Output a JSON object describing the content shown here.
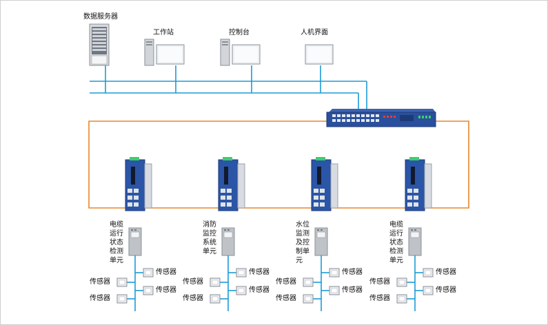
{
  "labels": {
    "data_server": "数据服务器",
    "workstation": "工作站",
    "console": "控制台",
    "hmi": "人机界面"
  },
  "units": [
    {
      "name": "电缆运行状态检测单元",
      "lines": [
        "电缆",
        "运行",
        "状态",
        "检测",
        "单元"
      ]
    },
    {
      "name": "消防监控系统单元",
      "lines": [
        "消防",
        "监控",
        "系统",
        "单元"
      ]
    },
    {
      "name": "水位监测及控制单元",
      "lines": [
        "水位",
        "监测",
        "及控",
        "制单",
        "元"
      ]
    },
    {
      "name": "电缆运行状态检测单元",
      "lines": [
        "电缆",
        "运行",
        "状态",
        "检测",
        "单元"
      ]
    }
  ],
  "sensor_label": "传感器",
  "colors": {
    "lan": "#1a9ad6",
    "ring": "#e8862a",
    "switch_body": "#2a4f9c",
    "device_body": "#2b55a6",
    "panel_gray": "#bfc3c7"
  },
  "icons": [
    "server-icon",
    "computer-icon",
    "monitor-icon",
    "core-switch-icon",
    "industrial-switch-icon",
    "controller-icon",
    "sensor-icon"
  ]
}
